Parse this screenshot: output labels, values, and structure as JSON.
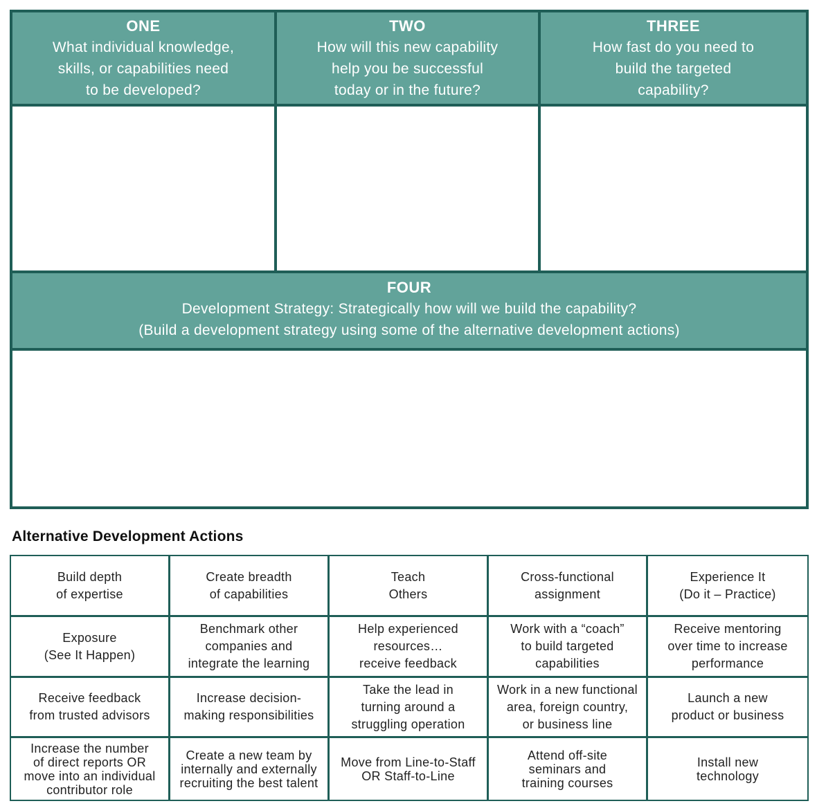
{
  "planner": {
    "one": {
      "number": "ONE",
      "question": "What individual knowledge,\nskills, or capabilities need\nto be developed?"
    },
    "two": {
      "number": "TWO",
      "question": "How will this new capability\nhelp you be successful\ntoday or in the future?"
    },
    "three": {
      "number": "THREE",
      "question": "How fast do you need to\nbuild the targeted\ncapability?"
    },
    "four": {
      "number": "FOUR",
      "question": "Development Strategy: Strategically how will we build the capability?\n(Build a development strategy using some of the alternative development actions)"
    }
  },
  "alternatives": {
    "title": "Alternative Development Actions",
    "rows": [
      [
        "Build depth\nof expertise",
        "Create breadth\nof capabilities",
        "Teach\nOthers",
        "Cross-functional\nassignment",
        "Experience It\n(Do it – Practice)"
      ],
      [
        "Exposure\n(See It Happen)",
        "Benchmark other\ncompanies and\nintegrate the learning",
        "Help experienced\nresources…\nreceive feedback",
        "Work with a “coach”\nto build targeted\ncapabilities",
        "Receive mentoring\nover time to increase\nperformance"
      ],
      [
        "Receive feedback\nfrom trusted advisors",
        "Increase decision-\nmaking responsibilities",
        "Take the lead in\nturning around a\nstruggling operation",
        "Work in a new functional\narea, foreign country,\nor business line",
        "Launch a new\nproduct or business"
      ],
      [
        "Increase the number\nof direct reports OR\nmove into an individual\ncontributor role",
        "Create a new team by\ninternally and externally\nrecruiting the best talent",
        "Move from Line-to-Staff\nOR Staff-to-Line",
        "Attend off-site\nseminars and\ntraining courses",
        "Install new\ntechnology"
      ]
    ]
  },
  "colors": {
    "header_fill": "#62a39a",
    "border": "#1f5e57"
  }
}
